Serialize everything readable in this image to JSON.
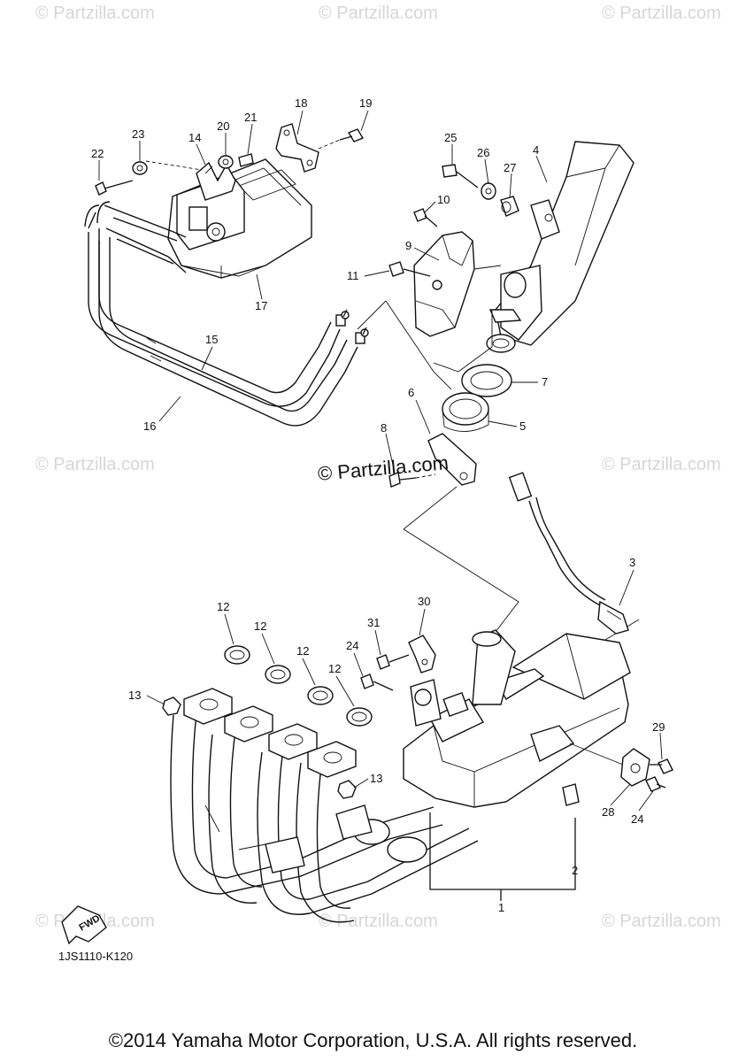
{
  "watermark": "© Partzilla.com",
  "center_watermark": "© Partzilla.com",
  "diagram_code": "1JS1110-K120",
  "copyright": "©2014 Yamaha Motor Corporation, U.S.A. All rights reserved.",
  "fwd_label": "FWD",
  "callouts": {
    "c1": "1",
    "c2": "2",
    "c3": "3",
    "c4": "4",
    "c5": "5",
    "c6": "6",
    "c7": "7",
    "c8": "8",
    "c9": "9",
    "c10": "10",
    "c11": "11",
    "c12a": "12",
    "c12b": "12",
    "c12c": "12",
    "c12d": "12",
    "c13a": "13",
    "c13b": "13",
    "c14": "14",
    "c15": "15",
    "c16": "16",
    "c17": "17",
    "c18": "18",
    "c19": "19",
    "c20": "20",
    "c21": "21",
    "c22": "22",
    "c23": "23",
    "c24a": "24",
    "c24b": "24",
    "c25": "25",
    "c26": "26",
    "c27": "27",
    "c28": "28",
    "c29": "29",
    "c30": "30",
    "c31": "31"
  }
}
